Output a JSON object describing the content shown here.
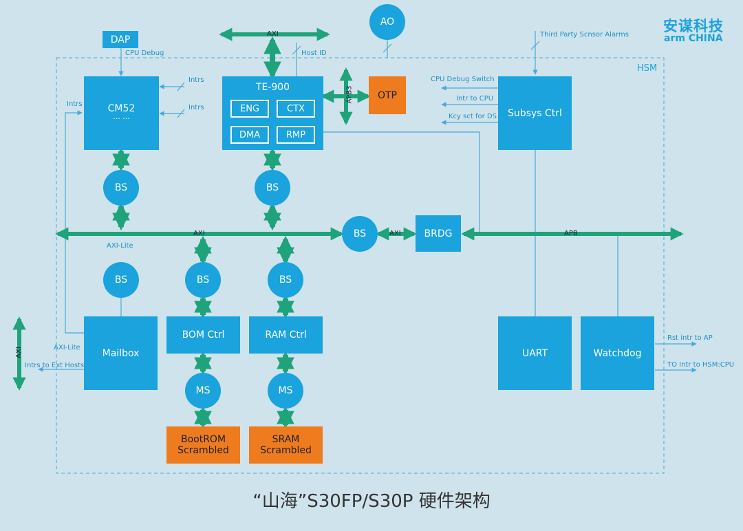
{
  "brand": {
    "chinese": "安谋科技",
    "english": "arm CHINA"
  },
  "hsm_label": "HSM",
  "caption": "“山海”S30FP/S30P 硬件架构",
  "blocks": {
    "dap": "DAP",
    "cm52": "CM52",
    "cm52_dots": "··· ···",
    "te900": "TE-900",
    "eng": "ENG",
    "ctx": "CTX",
    "dma": "DMA",
    "rmp": "RMP",
    "otp": "OTP",
    "ao": "AO",
    "subsys": "Subsys Ctrl",
    "brdg": "BRDG",
    "mailbox": "Mailbox",
    "bom": "BOM Ctrl",
    "ram": "RAM Ctrl",
    "uart": "UART",
    "watchdog": "Watchdog",
    "bootrom_line1": "BootROM",
    "bootrom_line2": "Scrambled",
    "sram_line1": "SRAM",
    "sram_line2": "Scrambled",
    "bs": "BS",
    "ms": "MS"
  },
  "labels": {
    "axi": "AXI",
    "apb": "APB",
    "apb3": "APB3",
    "axi_lite": "AXI-Lite",
    "cpu_debug": "CPU Debug",
    "host_id": "Host ID",
    "intrs": "Intrs",
    "third_party": "Third Party Scnsor Alarms",
    "cpu_debug_switch": "CPU Debug Switch",
    "intr_to_cpu": "Intr to CPU",
    "key_sct": "Kcy sct for DS",
    "intrs_ext": "Intrs to Ext Hosts",
    "rst_intr": "Rst intr to AP",
    "to_intr": "TO Intr to HSM:CPU"
  },
  "colors": {
    "background": "#cfe3ec",
    "block": "#1aa3dd",
    "memory": "#ee7b1d",
    "bus": "#1fa37a",
    "line": "#4aa8d8"
  }
}
